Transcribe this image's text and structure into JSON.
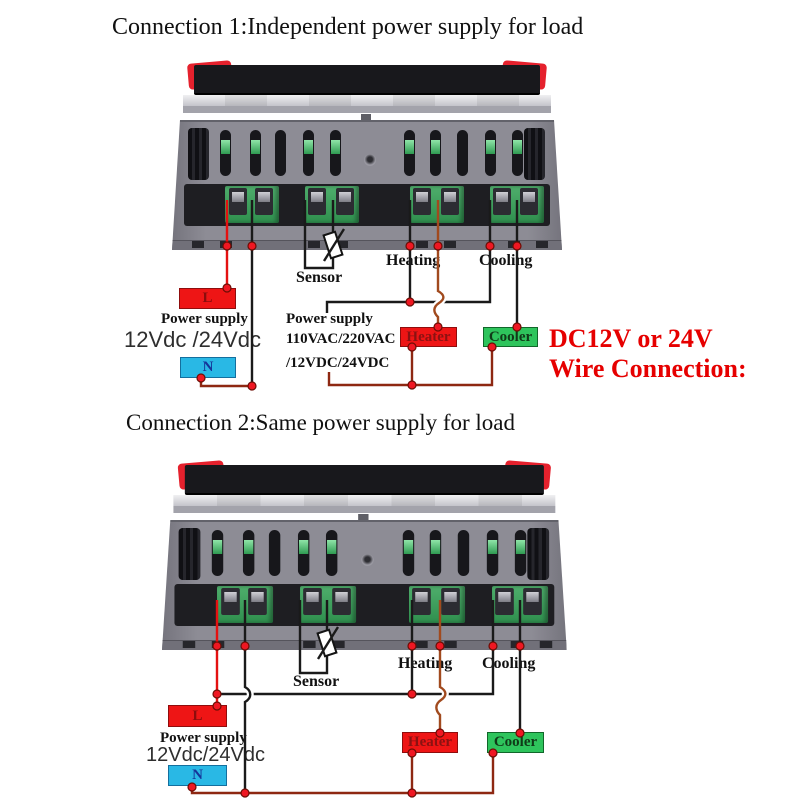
{
  "heading": {
    "line1": "DC12V or 24V",
    "line2": "Wire Connection:",
    "color": "#e60000"
  },
  "diagram1": {
    "title": "Connection 1:Independent power supply for load",
    "sensor_label": "Sensor",
    "heating_label": "Heating",
    "cooling_label": "Cooling",
    "controller_supply": {
      "live": "L",
      "neutral": "N",
      "caption": "Power supply",
      "voltage": "12Vdc /24Vdc"
    },
    "load_supply": {
      "caption": "Power supply",
      "line1": "110VAC/220VAC",
      "line2": "/12VDC/24VDC"
    },
    "heater_label": "Heater",
    "cooler_label": "Cooler"
  },
  "diagram2": {
    "title": "Connection 2:Same power supply for load",
    "sensor_label": "Sensor",
    "heating_label": "Heating",
    "cooling_label": "Cooling",
    "controller_supply": {
      "live": "L",
      "neutral": "N",
      "caption": "Power supply",
      "voltage": "12Vdc/24Vdc"
    },
    "heater_label": "Heater",
    "cooler_label": "Cooler"
  },
  "colors": {
    "live_box": "#ee1515",
    "neutral_box": "#29b8e5",
    "heater_box": "#ee1515",
    "cooler_box": "#2ec45c",
    "wire_red": "#e41111",
    "wire_black": "#1a1a1a",
    "wire_brown": "#a14a1e",
    "wire_dark_red": "#8e2812",
    "junction_dot": "#ef1722"
  }
}
